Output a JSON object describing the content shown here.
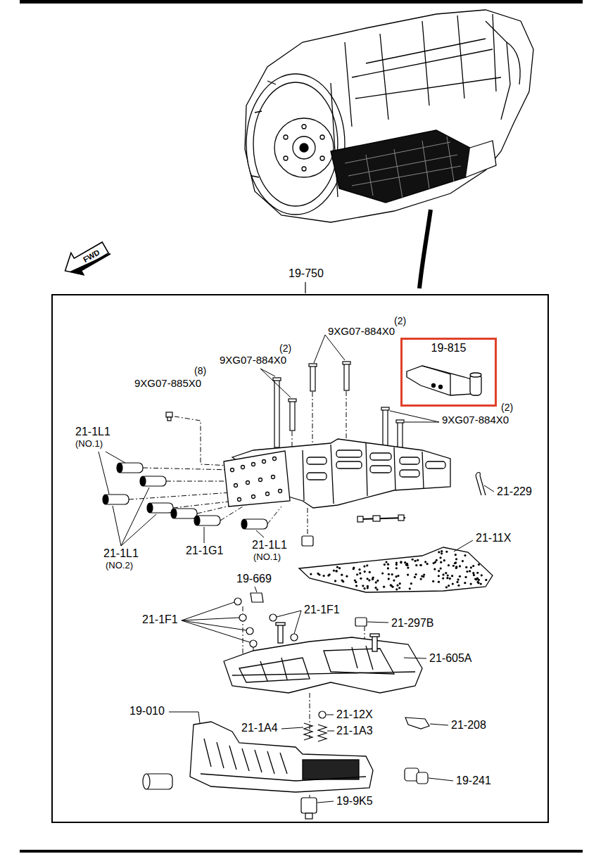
{
  "diagram": {
    "nodes": [
      {
        "text": [
          "19-750"
        ]
      },
      {
        "text": [
          "19-815"
        ],
        "in": 0
      }
    ],
    "labels": [
      "FWD",
      "(2)",
      "9XG07-884X0",
      "(2)",
      "9XG07-884X0",
      "(8)",
      "9XG07-885X0",
      "21-1L1",
      "(NO.1)",
      "(2)",
      "9XG07-884X0",
      "21-229",
      "21-11X",
      "21-1L1",
      "(NO.2)",
      "21-1G1",
      "21-1L1",
      "(NO.1)",
      "19-669",
      "21-1F1",
      "21-1F1",
      "21-297B",
      "21-605A",
      "19-010",
      "21-12X",
      "21-1A4",
      "21-1A3",
      "21-208",
      "19-241",
      "19-9K5"
    ]
  }
}
